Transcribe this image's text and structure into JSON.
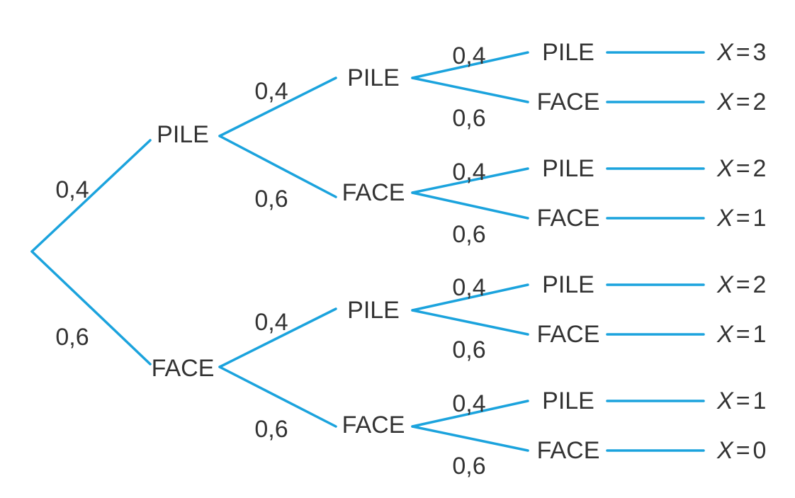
{
  "colors": {
    "edge": "#1ba3dd",
    "text": "#333333"
  },
  "labels": {
    "pile": "PILE",
    "face": "FACE"
  },
  "probabilities": {
    "pile": "0,4",
    "face": "0,6"
  },
  "outcome": {
    "variable": "X",
    "equals": "="
  },
  "level1": [
    {
      "node": "PILE",
      "prob": "0,4"
    },
    {
      "node": "FACE",
      "prob": "0,6"
    }
  ],
  "level2": [
    {
      "node": "PILE",
      "prob": "0,4"
    },
    {
      "node": "FACE",
      "prob": "0,6"
    },
    {
      "node": "PILE",
      "prob": "0,4"
    },
    {
      "node": "FACE",
      "prob": "0,6"
    }
  ],
  "leaves": [
    {
      "node": "PILE",
      "prob": "0,4",
      "x_value": "3"
    },
    {
      "node": "FACE",
      "prob": "0,6",
      "x_value": "2"
    },
    {
      "node": "PILE",
      "prob": "0,4",
      "x_value": "2"
    },
    {
      "node": "FACE",
      "prob": "0,6",
      "x_value": "1"
    },
    {
      "node": "PILE",
      "prob": "0,4",
      "x_value": "2"
    },
    {
      "node": "FACE",
      "prob": "0,6",
      "x_value": "1"
    },
    {
      "node": "PILE",
      "prob": "0,4",
      "x_value": "1"
    },
    {
      "node": "FACE",
      "prob": "0,6",
      "x_value": "0"
    }
  ]
}
